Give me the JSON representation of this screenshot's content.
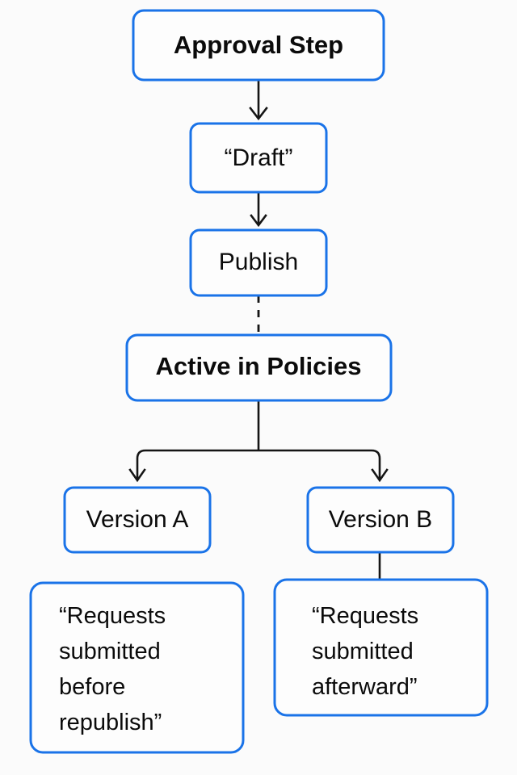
{
  "diagram": {
    "type": "flowchart",
    "title": "Approval Step",
    "orientation": "top-down",
    "colors": {
      "node_border": "#1a73e8",
      "node_fill": "#fdfdfd",
      "connector": "#151515",
      "background": "#fbfbfb",
      "text": "#0b0b0b"
    },
    "nodes": [
      {
        "id": "approval-step",
        "label": "Approval Step",
        "emphasis": "bold"
      },
      {
        "id": "draft",
        "label": "“Draft”",
        "emphasis": "normal"
      },
      {
        "id": "publish",
        "label": "Publish",
        "emphasis": "normal"
      },
      {
        "id": "active-in-policies",
        "label": "Active in Policies",
        "emphasis": "bold"
      },
      {
        "id": "version-a",
        "label": "Version A",
        "emphasis": "normal"
      },
      {
        "id": "version-b",
        "label": "Version B",
        "emphasis": "normal"
      }
    ],
    "notes": [
      {
        "id": "note-version-a",
        "attached_to": "version-a",
        "text": "“Requests submitted before republish”",
        "lines": [
          "“Requests",
          "submitted",
          "before",
          "republish”"
        ]
      },
      {
        "id": "note-version-b",
        "attached_to": "version-b",
        "text": "“Requests submitted afterward”",
        "lines": [
          "“Requests",
          "submitted",
          "afterward”"
        ]
      }
    ],
    "edges": [
      {
        "from": "approval-step",
        "to": "draft",
        "style": "solid",
        "arrow": true
      },
      {
        "from": "draft",
        "to": "publish",
        "style": "solid",
        "arrow": true
      },
      {
        "from": "publish",
        "to": "active-in-policies",
        "style": "dashed",
        "arrow": false
      },
      {
        "from": "active-in-policies",
        "to": "version-a",
        "style": "solid",
        "arrow": true
      },
      {
        "from": "active-in-policies",
        "to": "version-b",
        "style": "solid",
        "arrow": true
      },
      {
        "from": "version-b",
        "to": "note-version-b",
        "style": "solid",
        "arrow": false
      }
    ]
  }
}
